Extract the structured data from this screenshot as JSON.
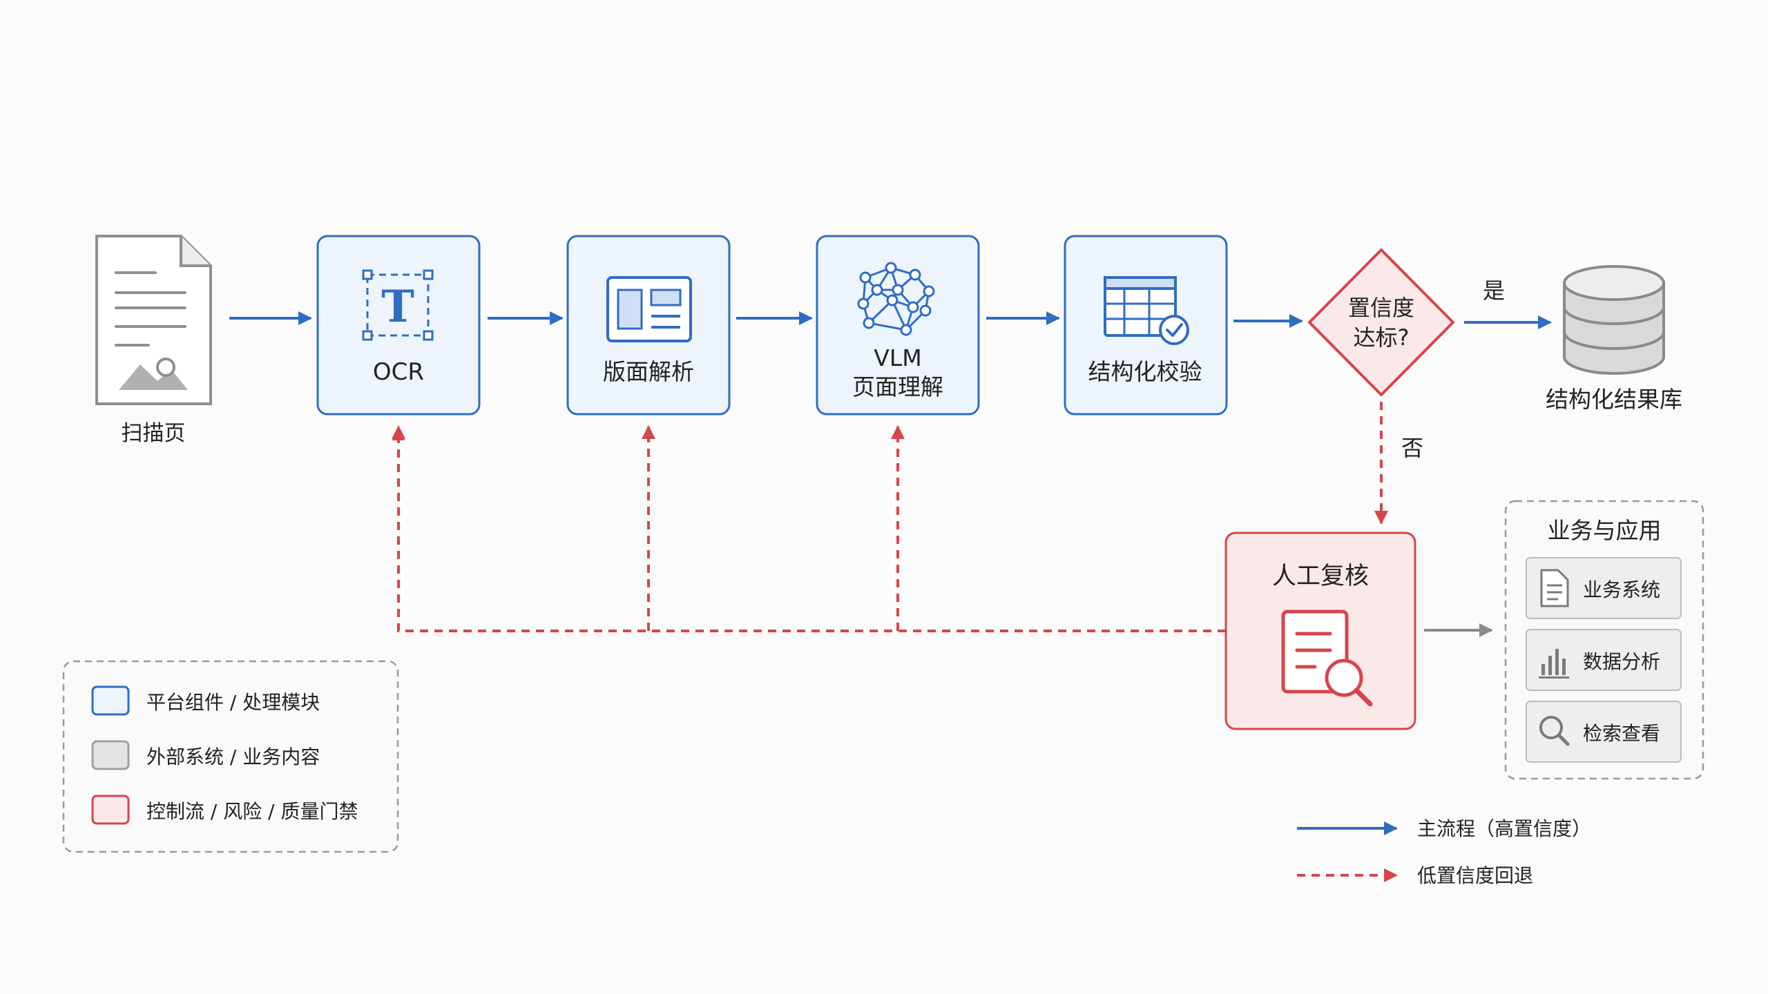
{
  "nodes": {
    "scan": {
      "label": "扫描页"
    },
    "ocr": {
      "label": "OCR"
    },
    "layout": {
      "label": "版面解析"
    },
    "vlm": {
      "line1": "VLM",
      "line2": "页面理解"
    },
    "validate": {
      "label": "结构化校验"
    },
    "decision": {
      "line1": "置信度",
      "line2": "达标?"
    },
    "db": {
      "label": "结构化结果库"
    },
    "review": {
      "label": "人工复核"
    }
  },
  "edges": {
    "yes": "是",
    "no": "否"
  },
  "apps": {
    "title": "业务与应用",
    "items": [
      {
        "label": "业务系统",
        "icon": "document-icon"
      },
      {
        "label": "数据分析",
        "icon": "bar-chart-icon"
      },
      {
        "label": "检索查看",
        "icon": "search-icon"
      }
    ]
  },
  "legend": {
    "items": [
      {
        "label": "平台组件 / 处理模块",
        "color": "#2f6cc4"
      },
      {
        "label": "外部系统 / 业务内容",
        "color": "#999999"
      },
      {
        "label": "控制流 / 风险 / 质量门禁",
        "color": "#d6454b"
      }
    ]
  },
  "arrow_legend": {
    "main": "主流程（高置信度）",
    "fallback": "低置信度回退"
  },
  "colors": {
    "blue": "#2f6cc4",
    "blue_fill": "#eef4fc",
    "red": "#d6454b",
    "red_fill": "#fbe9ea",
    "gray": "#8a8a8a"
  }
}
